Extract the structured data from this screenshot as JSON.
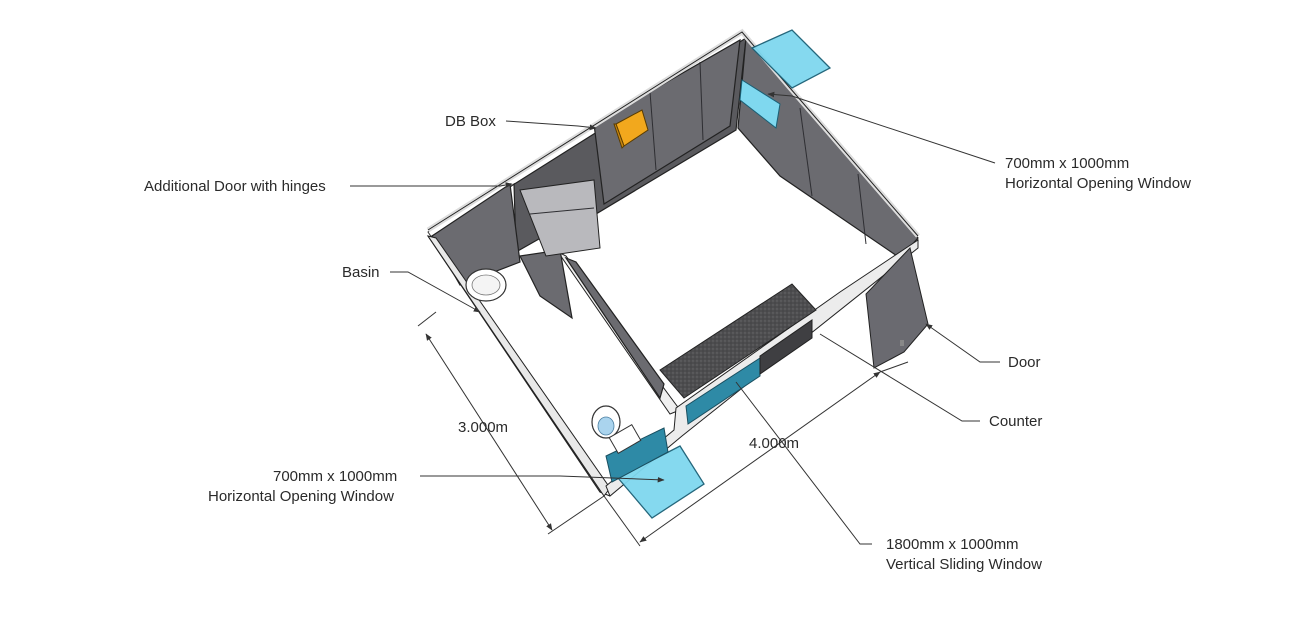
{
  "labels": {
    "db_box": "DB Box",
    "additional_door": "Additional Door with hinges",
    "basin": "Basin",
    "window_top_right_line1": "700mm x 1000mm",
    "window_top_right_line2": "Horizontal Opening Window",
    "door": "Door",
    "counter": "Counter",
    "window_bottom_left_line1": "700mm x 1000mm",
    "window_bottom_left_line2": "Horizontal Opening Window",
    "sliding_window_line1": "1800mm x 1000mm",
    "sliding_window_line2": "Vertical Sliding Window"
  },
  "dimensions": {
    "width": "3.000m",
    "length": "4.000m"
  },
  "colors": {
    "wall": "#5a5a5e",
    "floor": "#ffffff",
    "glass": "#7fd8ef",
    "db_box": "#f2a81d",
    "counter": "#4a4a4a"
  }
}
